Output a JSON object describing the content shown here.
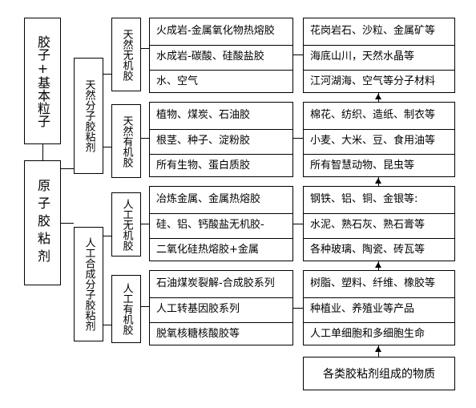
{
  "root": {
    "label": "胶子+基本粒子"
  },
  "glue": {
    "label": "原子胶粘剂"
  },
  "natural": {
    "label": "天然分子胶粘剂",
    "inorganic": {
      "label": "天然无机胶",
      "items": [
        "火成岩-金属氧化物热熔胶",
        "水成岩-碳酸、硅酸盐胶",
        "水、空气"
      ],
      "results": [
        "花岗岩石、沙粒、金属矿等",
        "海底山川，天然水晶等",
        "江河湖海、空气等分子材料"
      ]
    },
    "organic": {
      "label": "天然有机胶",
      "items": [
        "植物、煤炭、石油胶",
        "根茎、种子、淀粉胶",
        "所有生物、蛋白质胶"
      ],
      "results": [
        "棉花、纺织、造纸、制衣等",
        "小麦、大米、豆、食用油等",
        "所有智慧动物、昆虫等"
      ]
    }
  },
  "artificial": {
    "label": "人工合成分子胶粘剂",
    "inorganic": {
      "label": "人工无机胶",
      "items": [
        "冶炼金属、金属热熔胶",
        "硅、铝、钙酸盐无机胶-",
        "二氧化硅热熔胶+金属"
      ],
      "results": [
        "钢铁、铝、铜、金银等:",
        "水泥、熟石灰、熟石膏等",
        "各种玻璃、陶瓷、砖瓦等"
      ]
    },
    "organic": {
      "label": "人工有机胶",
      "items": [
        "石油煤炭裂解-合成胶系列",
        "人工转基因胶系列",
        "脱氧核糖核酸胶等"
      ],
      "results": [
        "树脂、塑料、纤维、橡胶等",
        "种植业、养殖业等产品",
        "人工单细胞和多细胞生命"
      ]
    }
  },
  "summary": {
    "label": "各类胶粘剂组成的物质"
  }
}
